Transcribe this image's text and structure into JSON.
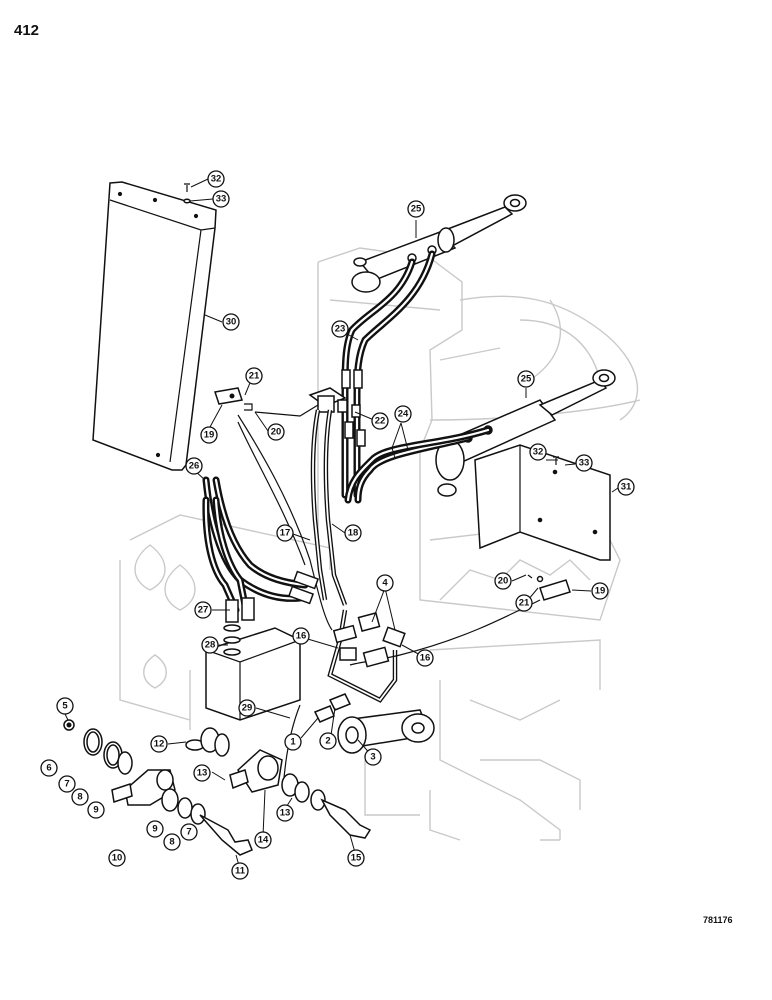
{
  "page": {
    "number": "412",
    "drawing_code": "781176"
  },
  "callouts": [
    {
      "n": "1"
    },
    {
      "n": "2"
    },
    {
      "n": "3"
    },
    {
      "n": "4"
    },
    {
      "n": "5"
    },
    {
      "n": "6"
    },
    {
      "n": "7"
    },
    {
      "n": "7"
    },
    {
      "n": "8"
    },
    {
      "n": "8"
    },
    {
      "n": "9"
    },
    {
      "n": "9"
    },
    {
      "n": "10"
    },
    {
      "n": "11"
    },
    {
      "n": "12"
    },
    {
      "n": "13"
    },
    {
      "n": "13"
    },
    {
      "n": "14"
    },
    {
      "n": "15"
    },
    {
      "n": "16"
    },
    {
      "n": "16"
    },
    {
      "n": "17"
    },
    {
      "n": "18"
    },
    {
      "n": "19"
    },
    {
      "n": "19"
    },
    {
      "n": "20"
    },
    {
      "n": "20"
    },
    {
      "n": "21"
    },
    {
      "n": "21"
    },
    {
      "n": "22"
    },
    {
      "n": "23"
    },
    {
      "n": "24"
    },
    {
      "n": "25"
    },
    {
      "n": "25"
    },
    {
      "n": "26"
    },
    {
      "n": "27"
    },
    {
      "n": "28"
    },
    {
      "n": "29"
    },
    {
      "n": "30"
    },
    {
      "n": "31"
    },
    {
      "n": "32"
    },
    {
      "n": "32"
    },
    {
      "n": "33"
    },
    {
      "n": "33"
    }
  ]
}
